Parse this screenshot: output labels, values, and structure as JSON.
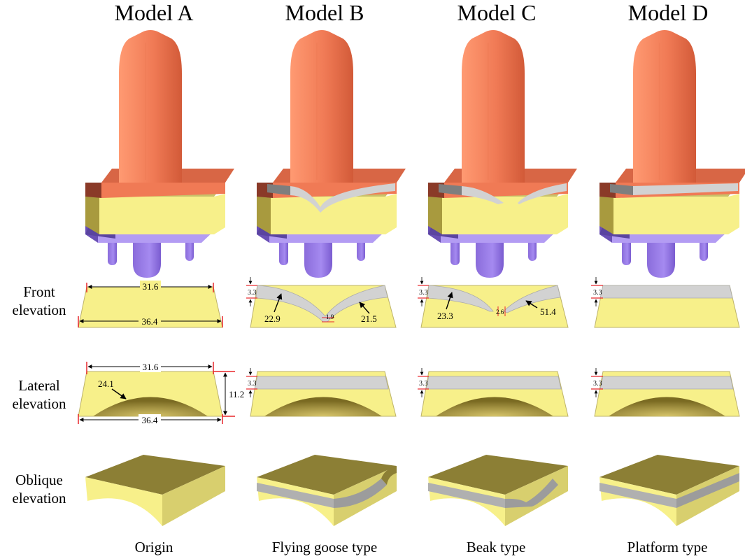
{
  "models": [
    {
      "title": "Model A",
      "caption": "Origin"
    },
    {
      "title": "Model B",
      "caption": "Flying goose type"
    },
    {
      "title": "Model C",
      "caption": "Beak type"
    },
    {
      "title": "Model D",
      "caption": "Platform type"
    }
  ],
  "rows": {
    "front": [
      "Front",
      "elevation"
    ],
    "lateral": [
      "Lateral",
      "elevation"
    ],
    "oblique": [
      "Oblique",
      "elevation"
    ]
  },
  "dims": {
    "a_front_top": "31.6",
    "a_front_bottom": "36.4",
    "a_lat_top": "31.6",
    "a_lat_bottom": "36.4",
    "a_lat_arc": "24.1",
    "a_lat_height": "11.2",
    "b_front_band": "3.3",
    "b_front_left": "22.9",
    "b_front_gap": "1.9",
    "b_front_right": "21.5",
    "b_lat_band": "3.3",
    "c_front_band": "3.3",
    "c_front_left": "23.3",
    "c_front_gap": "2.6",
    "c_front_right": "51.4",
    "c_lat_band": "3.3",
    "d_front_band": "3.3",
    "d_lat_band": "3.3"
  },
  "colors": {
    "rod": "#f07a55",
    "cap": "#c9553a",
    "yellow": "#f7f08a",
    "yellow_dark": "#a89a3e",
    "olive": "#8c7f35",
    "grey": "#d2d2d2",
    "purple": "#9b7ee6",
    "purple_dark": "#6a50b5",
    "red": "#e8262a"
  }
}
